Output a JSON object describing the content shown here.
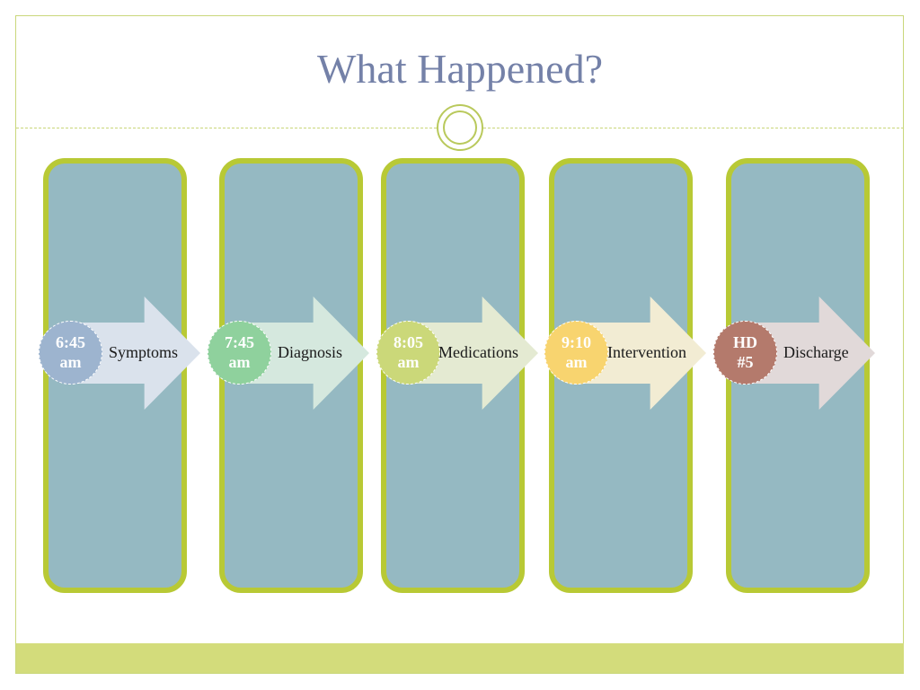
{
  "slide": {
    "title": "What Happened?"
  },
  "colors": {
    "title": "#7481a8",
    "panel_fill": "#95b9c2",
    "panel_border": "#b8c935",
    "bottom_bar": "#d3dc7b"
  },
  "steps": [
    {
      "time": "6:45\nam",
      "label": "Symptoms",
      "circle_color": "#9db4cf",
      "arrow_color": "#dae2ec"
    },
    {
      "time": "7:45\nam",
      "label": "Diagnosis",
      "circle_color": "#8fd19d",
      "arrow_color": "#d5e8de"
    },
    {
      "time": "8:05\nam",
      "label": "Medications",
      "circle_color": "#cbd879",
      "arrow_color": "#e4ead2"
    },
    {
      "time": "9:10\nam",
      "label": "Intervention",
      "circle_color": "#f8d46f",
      "arrow_color": "#f2ecd3"
    },
    {
      "time": "HD\n#5",
      "label": "Discharge",
      "circle_color": "#b47a6c",
      "arrow_color": "#e1d9d9"
    }
  ]
}
